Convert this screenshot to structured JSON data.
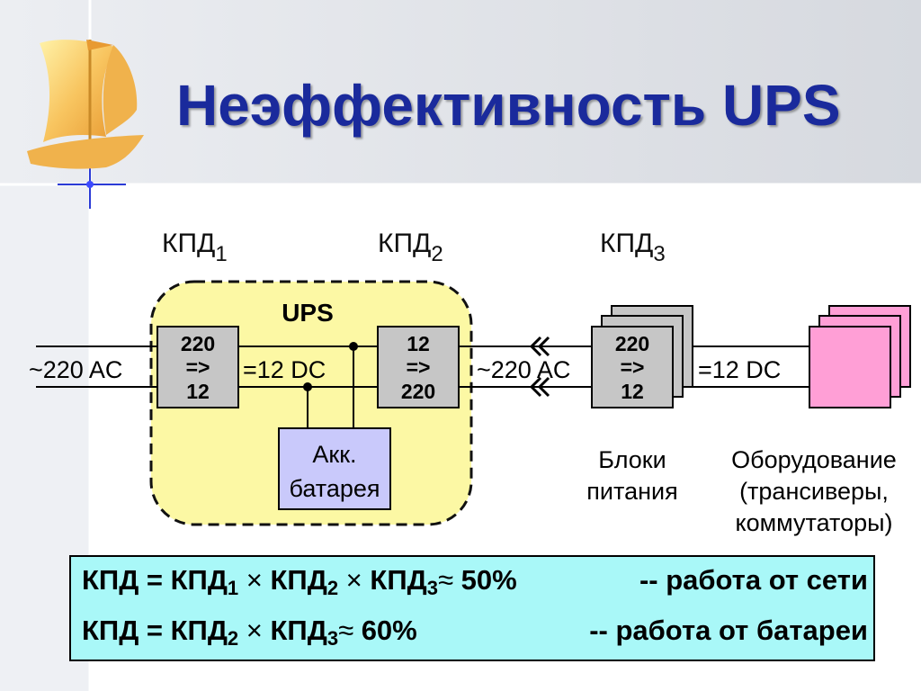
{
  "title": "Неэффективность UPS",
  "diagram": {
    "kpd": [
      {
        "label": "КПД",
        "sub": "1"
      },
      {
        "label": "КПД",
        "sub": "2"
      },
      {
        "label": "КПД",
        "sub": "3"
      }
    ],
    "ups_label": "UPS",
    "ac_in_label": "~220 AC",
    "dc_mid_label": "=12 DC",
    "ac_mid_label": "~220 AC",
    "dc_out_label": "=12 DC",
    "converter1": [
      "220",
      "=>",
      "12"
    ],
    "converter2": [
      "12",
      "=>",
      "220"
    ],
    "psu": [
      "220",
      "=>",
      "12"
    ],
    "battery": [
      "Акк.",
      "батарея"
    ],
    "psu_caption": [
      "Блоки",
      "питания"
    ],
    "equipment_caption": [
      "Оборудование",
      "(трансиверы,",
      "коммутаторы)"
    ],
    "colors": {
      "title": "#1a2a9c",
      "ups_fill": "#fcf8a4",
      "box_fill": "#c6c6c6",
      "battery_fill": "#c9c9fb",
      "equipment_fill": "#ff9fd6",
      "formula_fill": "#a9f8f8"
    }
  },
  "formula": {
    "line1": {
      "lhs": "КПД = ",
      "t1": "КПД",
      "s1": "1",
      "t2": "КПД",
      "s2": "2",
      "t3": "КПД",
      "s3": "3",
      "value": " 50%",
      "note": "-- работа от сети"
    },
    "line2": {
      "lhs": "КПД = ",
      "t1": "КПД",
      "s1": "2",
      "t2": "КПД",
      "s2": "3",
      "value": " 60%",
      "note": "-- работа от батареи"
    }
  }
}
